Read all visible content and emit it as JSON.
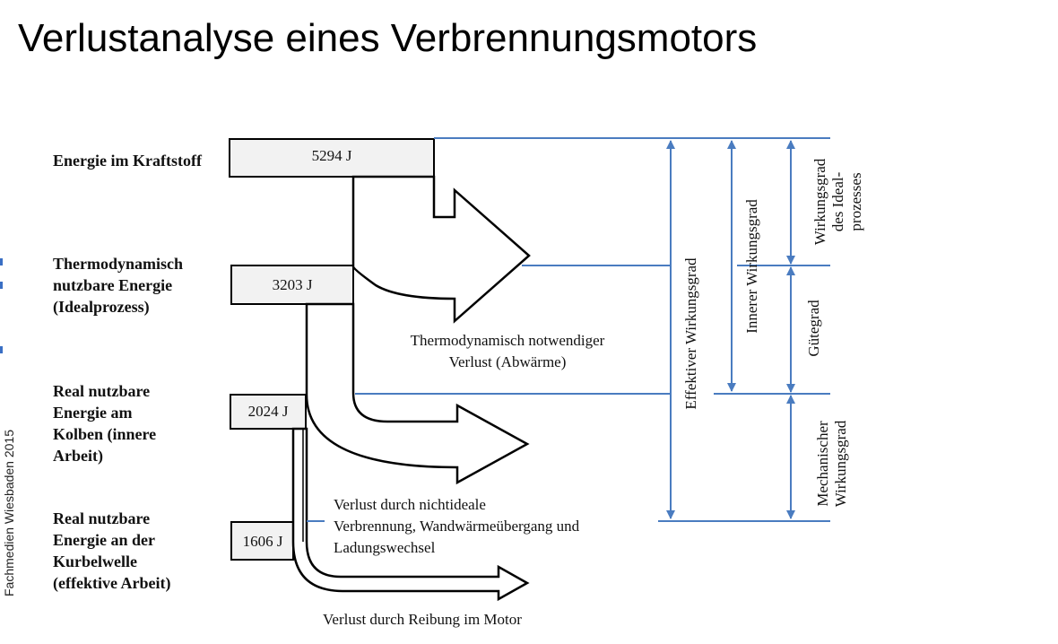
{
  "title": "Verlustanalyse eines Verbrennungsmotors",
  "credit": "Fachmedien Wiesbaden 2015",
  "levels": [
    {
      "label": [
        "Energie im Kraftstoff"
      ],
      "value": "5294 J"
    },
    {
      "label": [
        "Thermodynamisch",
        "nutzbare Energie",
        "(Idealprozess)"
      ],
      "value": "3203 J"
    },
    {
      "label": [
        "Real nutzbare",
        "Energie am",
        "Kolben (innere",
        "Arbeit)"
      ],
      "value": "2024 J"
    },
    {
      "label": [
        "Real nutzbare",
        "Energie an der",
        "Kurbelwelle",
        "(effektive Arbeit)"
      ],
      "value": "1606 J"
    }
  ],
  "losses": [
    [
      "Thermodynamisch notwendiger",
      "Verlust (Abwärme)"
    ],
    [
      "Verlust durch nichtideale",
      "Verbrennung, Wandwärmeübergang und",
      "Ladungswechsel"
    ],
    [
      "Verlust durch Reibung im Motor"
    ]
  ],
  "efficiencies": {
    "effektiv": [
      "Effektiver Wirkungsgrad"
    ],
    "innerer": [
      "Innerer Wirkungsgrad"
    ],
    "ideal": [
      "Wirkungsgrad",
      "des Ideal-",
      "prozesses"
    ],
    "guete": [
      "Gütegrad"
    ],
    "mechanisch": [
      "Mechanischer",
      "Wirkungsgrad"
    ]
  },
  "colors": {
    "line": "#4a7cc0",
    "box": "#f2f2f2",
    "stroke": "#000000"
  }
}
